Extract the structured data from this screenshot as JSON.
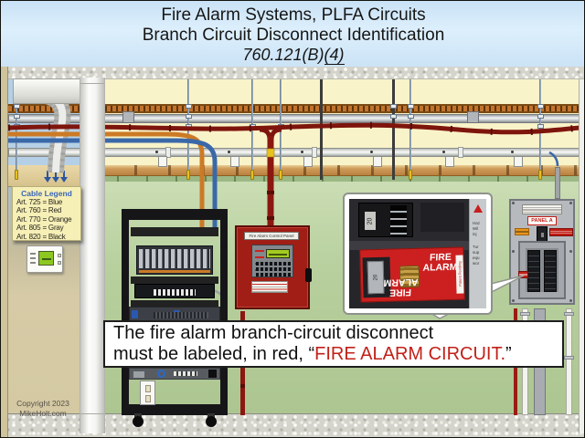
{
  "banner": {
    "line1": "Fire Alarm Systems, PLFA Circuits",
    "line2": "Branch Circuit Disconnect Identification",
    "code_ref": "760.121(B)",
    "code_ref_underlined": "(4)"
  },
  "cable_legend": {
    "title": "Cable Legend",
    "entries": [
      "Art. 725 = Blue",
      "Art. 760 = Red",
      "Art. 770 = Orange",
      "Art. 805 = Gray",
      "Art. 820 = Black"
    ]
  },
  "copyright": {
    "line1": "Copyright 2023",
    "line2": "MikeHolt.com"
  },
  "caption": {
    "line1": "The fire alarm branch-circuit disconnect",
    "line2_prefix": "must be labeled, in red, “",
    "line2_red": "FIRE ALARM CIRCUIT.",
    "line2_suffix": "”"
  },
  "fire_alarm_panel": {
    "label": "Fire Alarm Control Panel"
  },
  "electrical_panel": {
    "name": "PANEL A"
  },
  "callout": {
    "breaker_amps": "20",
    "lockout_amps": "20",
    "device_word1": "FIRE",
    "device_word2": "ALARM",
    "patent_note": "Patent Pending",
    "warning_fragments": [
      "Haz",
      "Wil",
      "inj",
      "Tur",
      "sup",
      "equ",
      "wor"
    ]
  },
  "colors": {
    "alarm_red": "#cc2020",
    "caption_red": "#c22018",
    "wall_green": "#b9d2a2",
    "plenum_yellow": "#f9f3c9",
    "banner_blue": "#cfe6f8",
    "legend_title_blue": "#3a66b8"
  }
}
